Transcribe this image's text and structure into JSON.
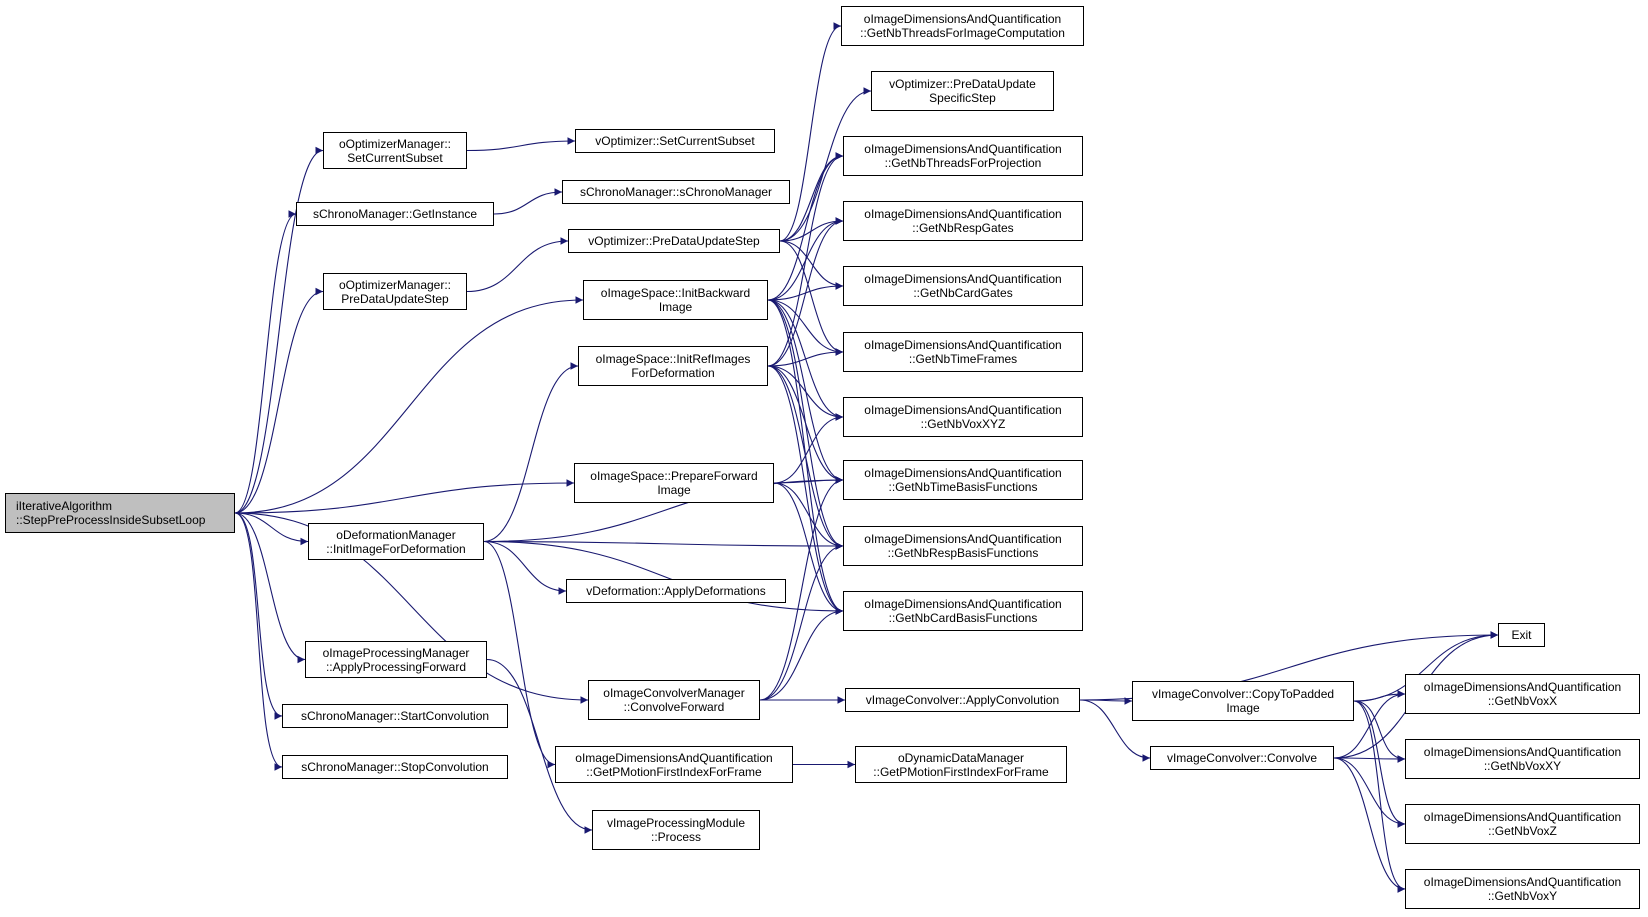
{
  "colors": {
    "edge": "#191970",
    "node_border": "#000000",
    "root_fill": "#bfbfbf"
  },
  "nodes": {
    "root": [
      "iIterativeAlgorithm",
      "::StepPreProcessInsideSubsetLoop"
    ],
    "optSetSubset": [
      "oOptimizerManager::",
      "SetCurrentSubset"
    ],
    "chronoGet": [
      "sChronoManager::GetInstance"
    ],
    "optPreData": [
      "oOptimizerManager::",
      "PreDataUpdateStep"
    ],
    "imgProcFwd": [
      "oImageProcessingManager",
      "::ApplyProcessingForward"
    ],
    "chronoStart": [
      "sChronoManager::StartConvolution"
    ],
    "chronoStop": [
      "sChronoManager::StopConvolution"
    ],
    "defInit": [
      "oDeformationManager",
      "::InitImageForDeformation"
    ],
    "vOptSet": [
      "vOptimizer::SetCurrentSubset"
    ],
    "chronoCtor": [
      "sChronoManager::sChronoManager"
    ],
    "vOptPre": [
      "vOptimizer::PreDataUpdateStep"
    ],
    "imgInitBack": [
      "oImageSpace::InitBackward",
      "Image"
    ],
    "imgInitRef": [
      "oImageSpace::InitRefImages",
      "ForDeformation"
    ],
    "imgPrepFwd": [
      "oImageSpace::PrepareForward",
      "Image"
    ],
    "vDefApply": [
      "vDeformation::ApplyDeformations"
    ],
    "convFwd": [
      "oImageConvolverManager",
      "::ConvolveForward"
    ],
    "dimGetPMotion": [
      "oImageDimensionsAndQuantification",
      "::GetPMotionFirstIndexForFrame"
    ],
    "vProcModule": [
      "vImageProcessingModule",
      "::Process"
    ],
    "dimThreadsImg": [
      "oImageDimensionsAndQuantification",
      "::GetNbThreadsForImageComputation"
    ],
    "vOptPreSpec": [
      "vOptimizer::PreDataUpdate",
      "SpecificStep"
    ],
    "dimThreadsProj": [
      "oImageDimensionsAndQuantification",
      "::GetNbThreadsForProjection"
    ],
    "dimRespGates": [
      "oImageDimensionsAndQuantification",
      "::GetNbRespGates"
    ],
    "dimCardGates": [
      "oImageDimensionsAndQuantification",
      "::GetNbCardGates"
    ],
    "dimTimeFrames": [
      "oImageDimensionsAndQuantification",
      "::GetNbTimeFrames"
    ],
    "dimVoxXYZ": [
      "oImageDimensionsAndQuantification",
      "::GetNbVoxXYZ"
    ],
    "dimTimeBasis": [
      "oImageDimensionsAndQuantification",
      "::GetNbTimeBasisFunctions"
    ],
    "dimRespBasis": [
      "oImageDimensionsAndQuantification",
      "::GetNbRespBasisFunctions"
    ],
    "dimCardBasis": [
      "oImageDimensionsAndQuantification",
      "::GetNbCardBasisFunctions"
    ],
    "applyConv": [
      "vImageConvolver::ApplyConvolution"
    ],
    "dynGetPMotion": [
      "oDynamicDataManager",
      "::GetPMotionFirstIndexForFrame"
    ],
    "copyPadded": [
      "vImageConvolver::CopyToPadded",
      "Image"
    ],
    "convolve": [
      "vImageConvolver::Convolve"
    ],
    "exit": [
      "Exit"
    ],
    "dimVoxX": [
      "oImageDimensionsAndQuantification",
      "::GetNbVoxX"
    ],
    "dimVoxXY": [
      "oImageDimensionsAndQuantification",
      "::GetNbVoxXY"
    ],
    "dimVoxZ": [
      "oImageDimensionsAndQuantification",
      "::GetNbVoxZ"
    ],
    "dimVoxY": [
      "oImageDimensionsAndQuantification",
      "::GetNbVoxY"
    ]
  }
}
